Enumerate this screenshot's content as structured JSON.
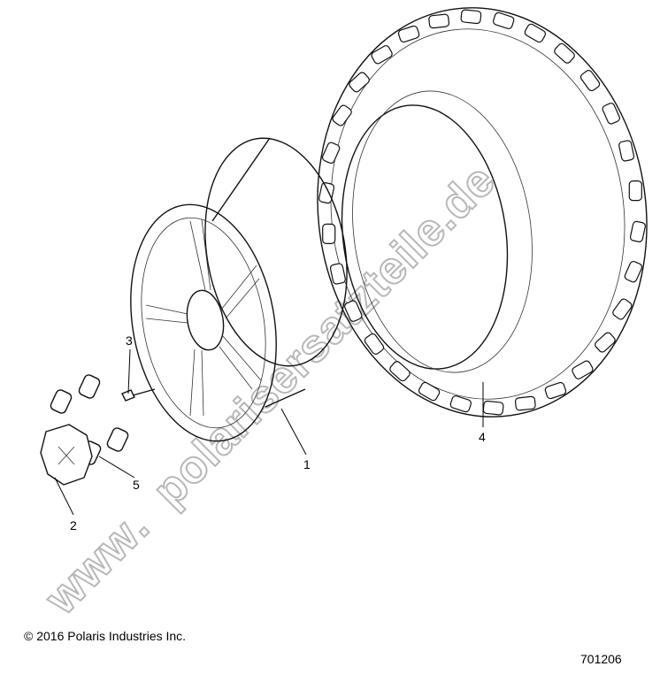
{
  "diagram": {
    "parts": [
      {
        "callout": "1",
        "part": "wheel-rim"
      },
      {
        "callout": "2",
        "part": "center-cap"
      },
      {
        "callout": "3",
        "part": "valve-stem"
      },
      {
        "callout": "4",
        "part": "tire"
      },
      {
        "callout": "5",
        "part": "lug-nut"
      }
    ],
    "watermark": "www.polarisersatzteile.de",
    "copyright": "© 2016 Polaris Industries Inc.",
    "figure_number": "701206"
  }
}
